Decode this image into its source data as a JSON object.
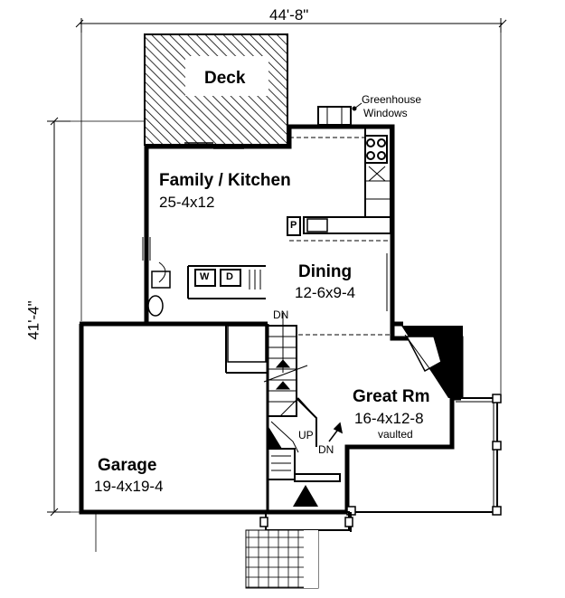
{
  "dimensions": {
    "width": "44'-8\"",
    "height": "41'-4\""
  },
  "rooms": {
    "deck": {
      "name": "Deck"
    },
    "family_kitchen": {
      "name": "Family / Kitchen",
      "size": "25-4x12"
    },
    "dining": {
      "name": "Dining",
      "size": "12-6x9-4"
    },
    "great_rm": {
      "name": "Great Rm",
      "size": "16-4x12-8",
      "note": "vaulted"
    },
    "garage": {
      "name": "Garage",
      "size": "19-4x19-4"
    }
  },
  "callouts": {
    "greenhouse": "Greenhouse",
    "windows": "Windows"
  },
  "stairs": {
    "dn_top": "DN",
    "up": "UP",
    "dn_bottom": "DN"
  },
  "appliances": {
    "washer": "W",
    "dryer": "D",
    "pantry": "P"
  }
}
